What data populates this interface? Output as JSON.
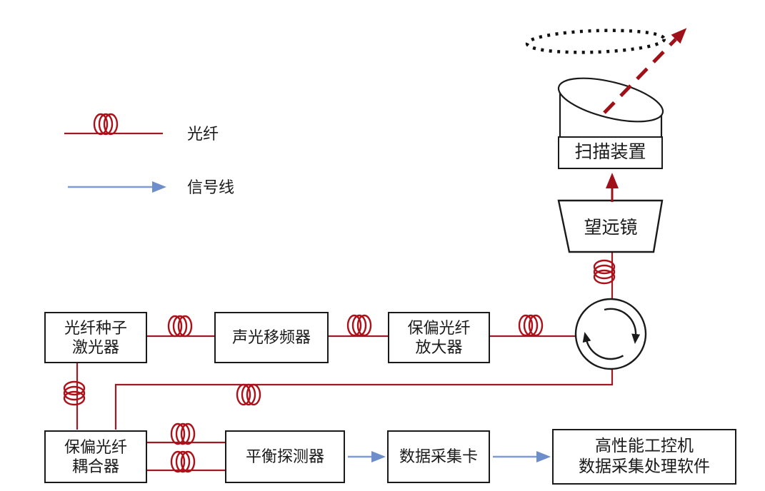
{
  "legend": {
    "fiber_label": "光纤",
    "signal_label": "信号线"
  },
  "nodes": {
    "scan_device": "扫描装置",
    "telescope": "望远镜",
    "seed_laser": "光纤种子\n激光器",
    "freq_shifter": "声光移频器",
    "pm_amplifier": "保偏光纤\n放大器",
    "pm_coupler": "保偏光纤\n耦合器",
    "balanced_detector": "平衡探测器",
    "daq_card": "数据采集卡",
    "industrial_pc": "高性能工控机\n数据采集处理软件"
  },
  "colors": {
    "fiber_line": "#9F1B23",
    "fiber_coil": "#AE1019",
    "signal_line": "#7E9BD7",
    "signal_arrow": "#6D8DCB",
    "beam_arrow": "#A01018",
    "ink": "#1A1A1A"
  }
}
